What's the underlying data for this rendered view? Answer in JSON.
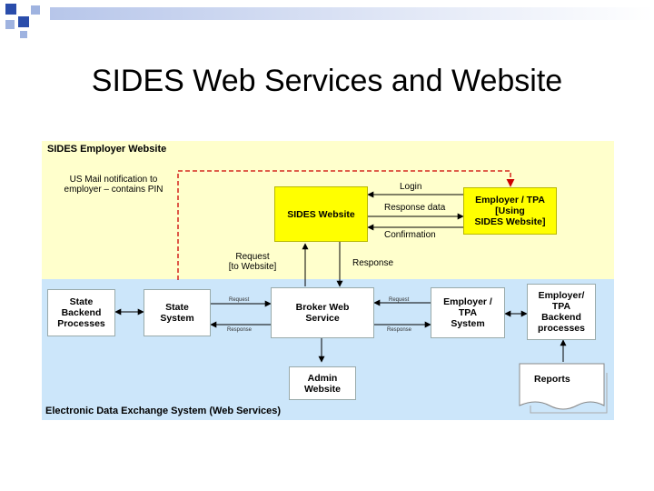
{
  "title": "SIDES Web Services and Website",
  "colors": {
    "website_panel": "#ffffcc",
    "web_services_panel": "#cce6fa",
    "highlight_box": "#ffff00",
    "dashed_arrow": "#cc0000",
    "deco_squares": "#2a4dab"
  },
  "diagram": {
    "website_section_label": "SIDES Employer Website",
    "web_services_section_label": "Electronic Data Exchange System (Web Services)",
    "mail_note": "US Mail notification to\nemployer – contains PIN",
    "nodes": {
      "sides_website": "SIDES Website",
      "employer_tpa_website": "Employer / TPA\n[Using\nSIDES Website]",
      "state_backend": "State\nBackend\nProcesses",
      "state_system": "State\nSystem",
      "broker": "Broker Web\nService",
      "employer_tpa_system": "Employer /\nTPA\nSystem",
      "employer_backend": "Employer/\nTPA\nBackend\nprocesses",
      "admin": "Admin\nWebsite",
      "reports": "Reports"
    },
    "edge_labels": {
      "login": "Login",
      "response_data": "Response data",
      "confirmation": "Confirmation",
      "request_to_website": "Request\n[to Website]",
      "response": "Response",
      "request_left": "Request",
      "response_left": "Response",
      "request_right": "Request",
      "response_right": "Response"
    }
  }
}
